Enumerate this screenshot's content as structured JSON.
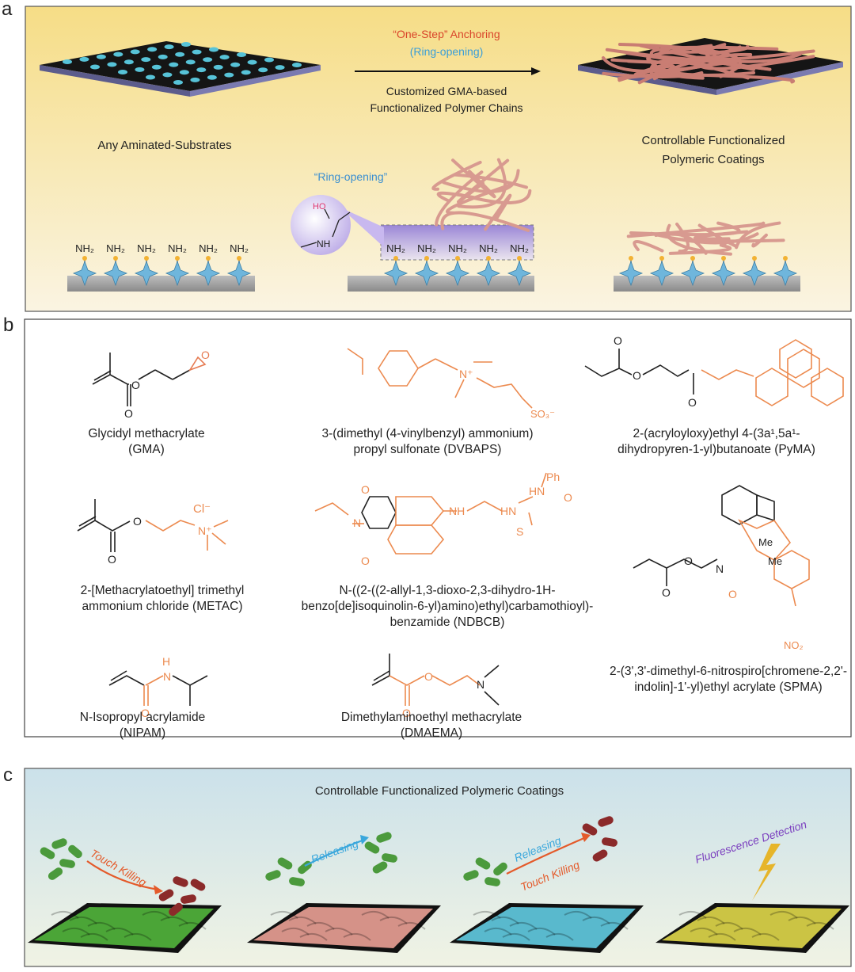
{
  "panels": {
    "a": {
      "letter": "a",
      "arrow_top": "“One-Step” Anchoring",
      "arrow_sub": "(Ring-opening)",
      "arrow_bottom1": "Customized GMA-based",
      "arrow_bottom2": "Functionalized Polymer Chains",
      "left_label": "Any Aminated-Substrates",
      "right_label1": "Controllable Functionalized",
      "right_label2": "Polymeric Coatings",
      "ring_label": "“Ring-opening”",
      "bubble_ho": "HO",
      "bubble_nh": "NH",
      "nh2_label": "NH₂",
      "colors": {
        "bg_top": "#f5df8a",
        "bg_bottom": "#f9f2dc",
        "polymer": "#e4a59b",
        "dot": "#57c3d8",
        "epoxy": "#e0366f"
      }
    },
    "b": {
      "letter": "b",
      "compounds": [
        {
          "name1": "Glycidyl methacrylate",
          "name2": "(GMA)"
        },
        {
          "name1": "3-(dimethyl (4-vinylbenzyl) ammonium)",
          "name2": "propyl sulfonate (DVBAPS)"
        },
        {
          "name1": "2-(acryloyloxy)ethyl 4-(3a¹,5a¹-",
          "name2": "dihydropyren-1-yl)butanoate (PyMA)"
        },
        {
          "name1": "2-[Methacrylatoethyl] trimethyl",
          "name2": "ammonium chloride (METAC)"
        },
        {
          "name1": "N-((2-((2-allyl-1,3-dioxo-2,3-dihydro-1H-",
          "name2": "benzo[de]isoquinolin-6-yl)amino)ethyl)carbamothioyl)-",
          "name3": "benzamide (NDBCB)"
        },
        {
          "name1": "2-(3',3'-dimethyl-6-nitrospiro[chromene-2,2'-",
          "name2": "indolin]-1'-yl)ethyl acrylate (SPMA)"
        },
        {
          "name1": "N-Isopropyl acrylamide",
          "name2": "(NIPAM)"
        },
        {
          "name1": "Dimethylaminoethyl methacrylate",
          "name2": "(DMAEMA)"
        }
      ],
      "atoms": {
        "o": "O",
        "n_plus": "N⁺",
        "so3": "SO₃⁻",
        "cl": "Cl⁻",
        "h": "H",
        "n": "N",
        "nh": "NH",
        "hn": "HN",
        "s": "S",
        "ph": "Ph",
        "me": "Me",
        "no2": "NO₂"
      },
      "colors": {
        "orange": "#ec8a4f",
        "black": "#222222"
      }
    },
    "c": {
      "letter": "c",
      "title": "Controllable Functionalized Polymeric Coatings",
      "scenes": [
        {
          "text1": "Touch Killing",
          "color": "#4fae3a"
        },
        {
          "text1": "Releasing",
          "color": "#e09a8f"
        },
        {
          "text1": "Releasing",
          "text2": "Touch Killing",
          "color": "#5ec3d8"
        },
        {
          "text1": "Fluorescence Detection",
          "color": "#d6cf48"
        }
      ],
      "colors": {
        "bg_top": "#cfe2ea",
        "bg_bottom": "#eef2e6",
        "touch": "#e45a2a",
        "release": "#3aa7dc",
        "fluor": "#7b3fbf"
      }
    }
  }
}
